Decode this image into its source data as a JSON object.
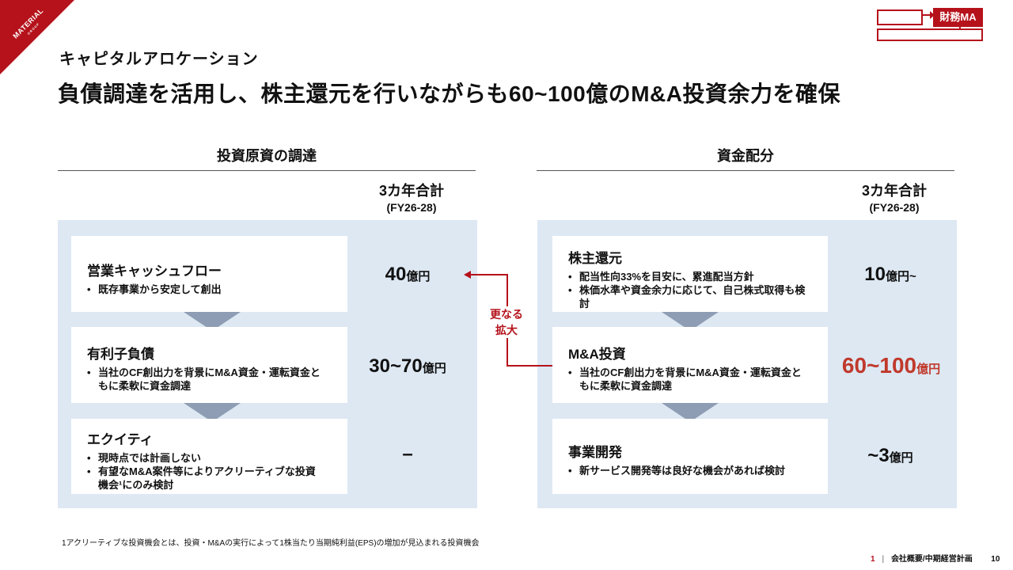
{
  "logo": {
    "text": "MATERIAL",
    "sub": "GROUP"
  },
  "nav": {
    "active_tag": "財務MA"
  },
  "subtitle": "キャピタルアロケーション",
  "title": "負債調達を活用し、株主還元を行いながらも60~100億のM&A投資余力を確保",
  "left": {
    "heading": "投資原資の調達",
    "column_label": "3カ年合計",
    "column_period": "(FY26-28)",
    "items": [
      {
        "title": "営業キャッシュフロー",
        "bullets": [
          "既存事業から安定して創出"
        ],
        "amount": "40",
        "unit": "億円"
      },
      {
        "title": "有利子負債",
        "bullets": [
          "当社のCF創出力を背景にM&A資金・運転資金ともに柔軟に資金調達"
        ],
        "amount": "30~70",
        "unit": "億円"
      },
      {
        "title": "エクイティ",
        "bullets": [
          "現時点では計画しない",
          "有望なM&A案件等によりアクリーティブな投資機会¹にのみ検討"
        ],
        "amount": "–",
        "unit": ""
      }
    ]
  },
  "right": {
    "heading": "資金配分",
    "column_label": "3カ年合計",
    "column_period": "(FY26-28)",
    "items": [
      {
        "title": "株主還元",
        "bullets": [
          "配当性向33%を目安に、累進配当方針",
          "株価水準や資金余力に応じて、自己株式取得も検討"
        ],
        "amount": "10",
        "unit": "億円~"
      },
      {
        "title": "M&A投資",
        "bullets": [
          "当社のCF創出力を背景にM&A資金・運転資金ともに柔軟に資金調達"
        ],
        "amount": "60~100",
        "unit": "億円"
      },
      {
        "title": "事業開発",
        "bullets": [
          "新サービス開発等は良好な機会があれば検討"
        ],
        "amount": "~3",
        "unit": "億円"
      }
    ]
  },
  "connector_label": [
    "更なる",
    "拡大"
  ],
  "footnote": "1アクリーティブな投資機会とは、投資・M&Aの実行によって1株当たり当期純利益(EPS)の増加が見込まれる投資機会",
  "footer": {
    "marker": "1",
    "section": "会社概要/中期経営計画",
    "page": "10"
  },
  "colors": {
    "accent": "#b5121b",
    "panel": "#dde8f3",
    "chevron": "#8e9db4",
    "highlight": "#c0392b"
  }
}
